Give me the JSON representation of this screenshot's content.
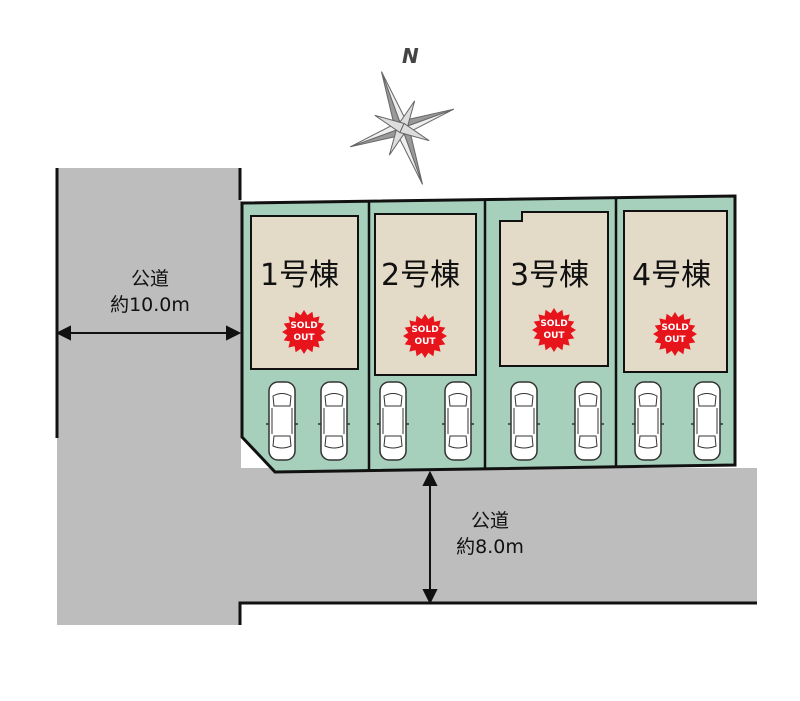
{
  "compass": {
    "label": "N"
  },
  "roads": [
    {
      "name": "公道",
      "width": "約10.0m"
    },
    {
      "name": "公道",
      "width": "約8.0m"
    }
  ],
  "units": [
    {
      "label": "1号棟",
      "status": "SOLD OUT"
    },
    {
      "label": "2号棟",
      "status": "SOLD OUT"
    },
    {
      "label": "3号棟",
      "status": "SOLD OUT"
    },
    {
      "label": "4号棟",
      "status": "SOLD OUT"
    }
  ],
  "sold_badge": {
    "line1": "SOLD",
    "line2": "OUT"
  },
  "colors": {
    "lot": "#a6cfbc",
    "house": "#e3dac8",
    "road": "#bdbdbd",
    "sold": "#e8141c"
  }
}
